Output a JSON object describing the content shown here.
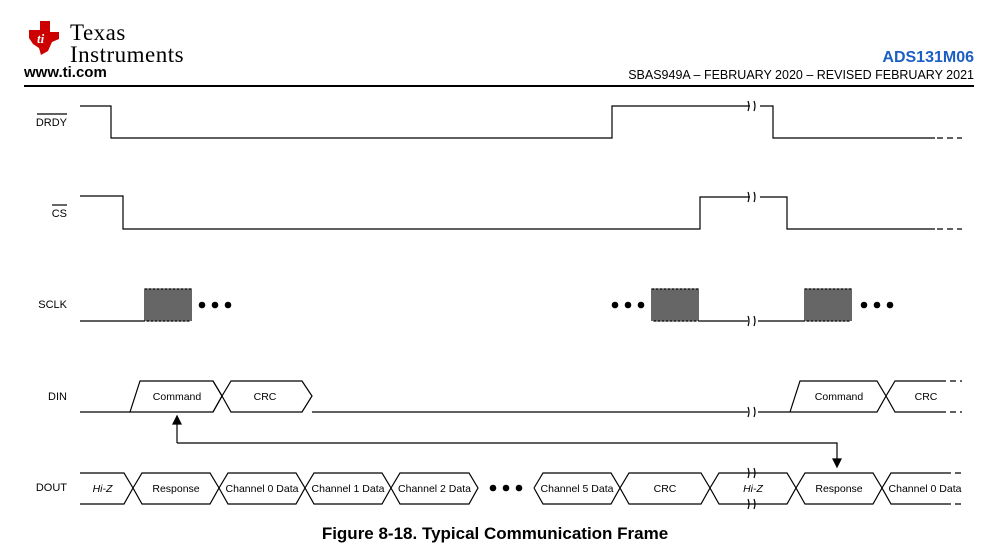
{
  "header": {
    "brand_line1": "Texas",
    "brand_line2": "Instruments",
    "website": "www.ti.com",
    "doc_id": "ADS131M06",
    "revision": "SBAS949A – FEBRUARY 2020 – REVISED FEBRUARY 2021",
    "accent_color": "#1c5fc4",
    "logo_color": "#cc0000"
  },
  "signals": {
    "drdy": "DRDY",
    "cs": "CS",
    "sclk": "SCLK",
    "din": "DIN",
    "dout": "DOUT"
  },
  "din_cells": [
    "Command",
    "CRC",
    "Command",
    "CRC"
  ],
  "dout_cells": [
    "Hi-Z",
    "Response",
    "Channel 0 Data",
    "Channel 1 Data",
    "Channel 2 Data",
    "Channel 5 Data",
    "CRC",
    "Hi-Z",
    "Response",
    "Channel 0 Data"
  ],
  "caption": "Figure 8-18. Typical Communication Frame"
}
